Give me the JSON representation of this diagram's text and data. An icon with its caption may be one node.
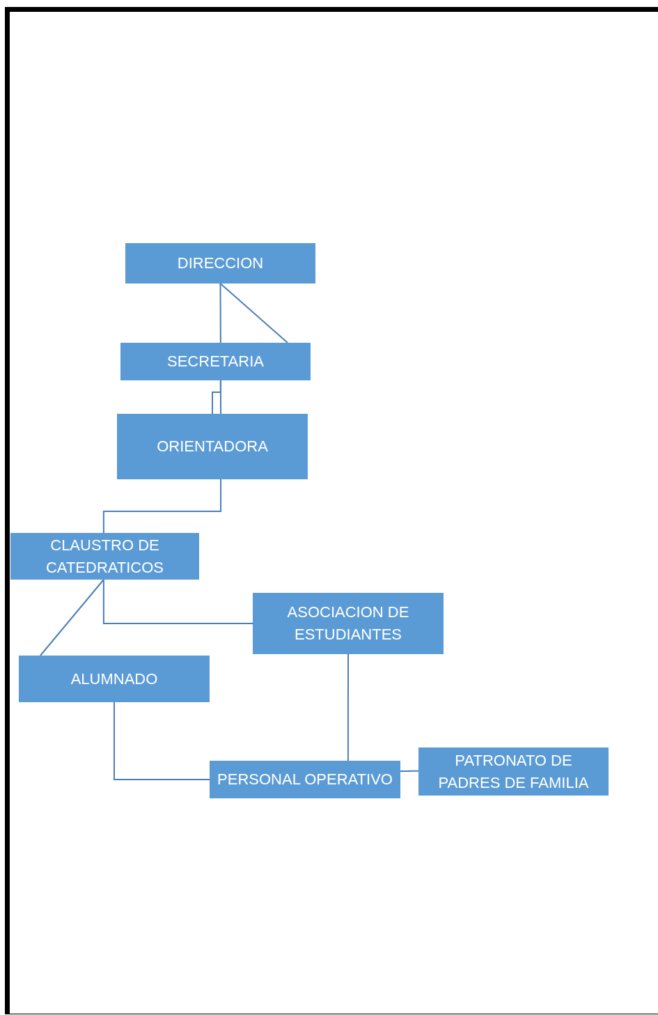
{
  "diagram": {
    "nodes": [
      {
        "text": [
          "DIRECCION"
        ]
      },
      {
        "text": [
          "SECRETARIA"
        ]
      },
      {
        "text": [
          "ORIENTADORA"
        ]
      },
      {
        "text": [
          "CLAUSTRO DE CATEDRATICOS"
        ]
      },
      {
        "text": [
          "ASOCIACION DE ESTUDIANTES"
        ]
      },
      {
        "text": [
          "ALUMNADO"
        ]
      },
      {
        "text": [
          "PERSONAL OPERATIVO"
        ]
      },
      {
        "text": [
          "PATRONATO DE PADRES DE FAMILIA"
        ]
      }
    ],
    "edges": [
      {
        "from": 0,
        "to": 1,
        "arrow": "none"
      },
      {
        "from": 0,
        "to": 1,
        "arrow": "none"
      },
      {
        "from": 1,
        "to": 2,
        "arrow": "none"
      },
      {
        "from": 1,
        "to": 2,
        "arrow": "none"
      },
      {
        "from": 2,
        "to": 3,
        "arrow": "none"
      },
      {
        "from": 3,
        "to": 5,
        "arrow": "none"
      },
      {
        "from": 3,
        "to": 4,
        "arrow": "none"
      },
      {
        "from": 4,
        "to": 6,
        "arrow": "none"
      },
      {
        "from": 5,
        "to": 6,
        "arrow": "none"
      },
      {
        "from": 6,
        "to": 7,
        "arrow": "none"
      }
    ]
  }
}
